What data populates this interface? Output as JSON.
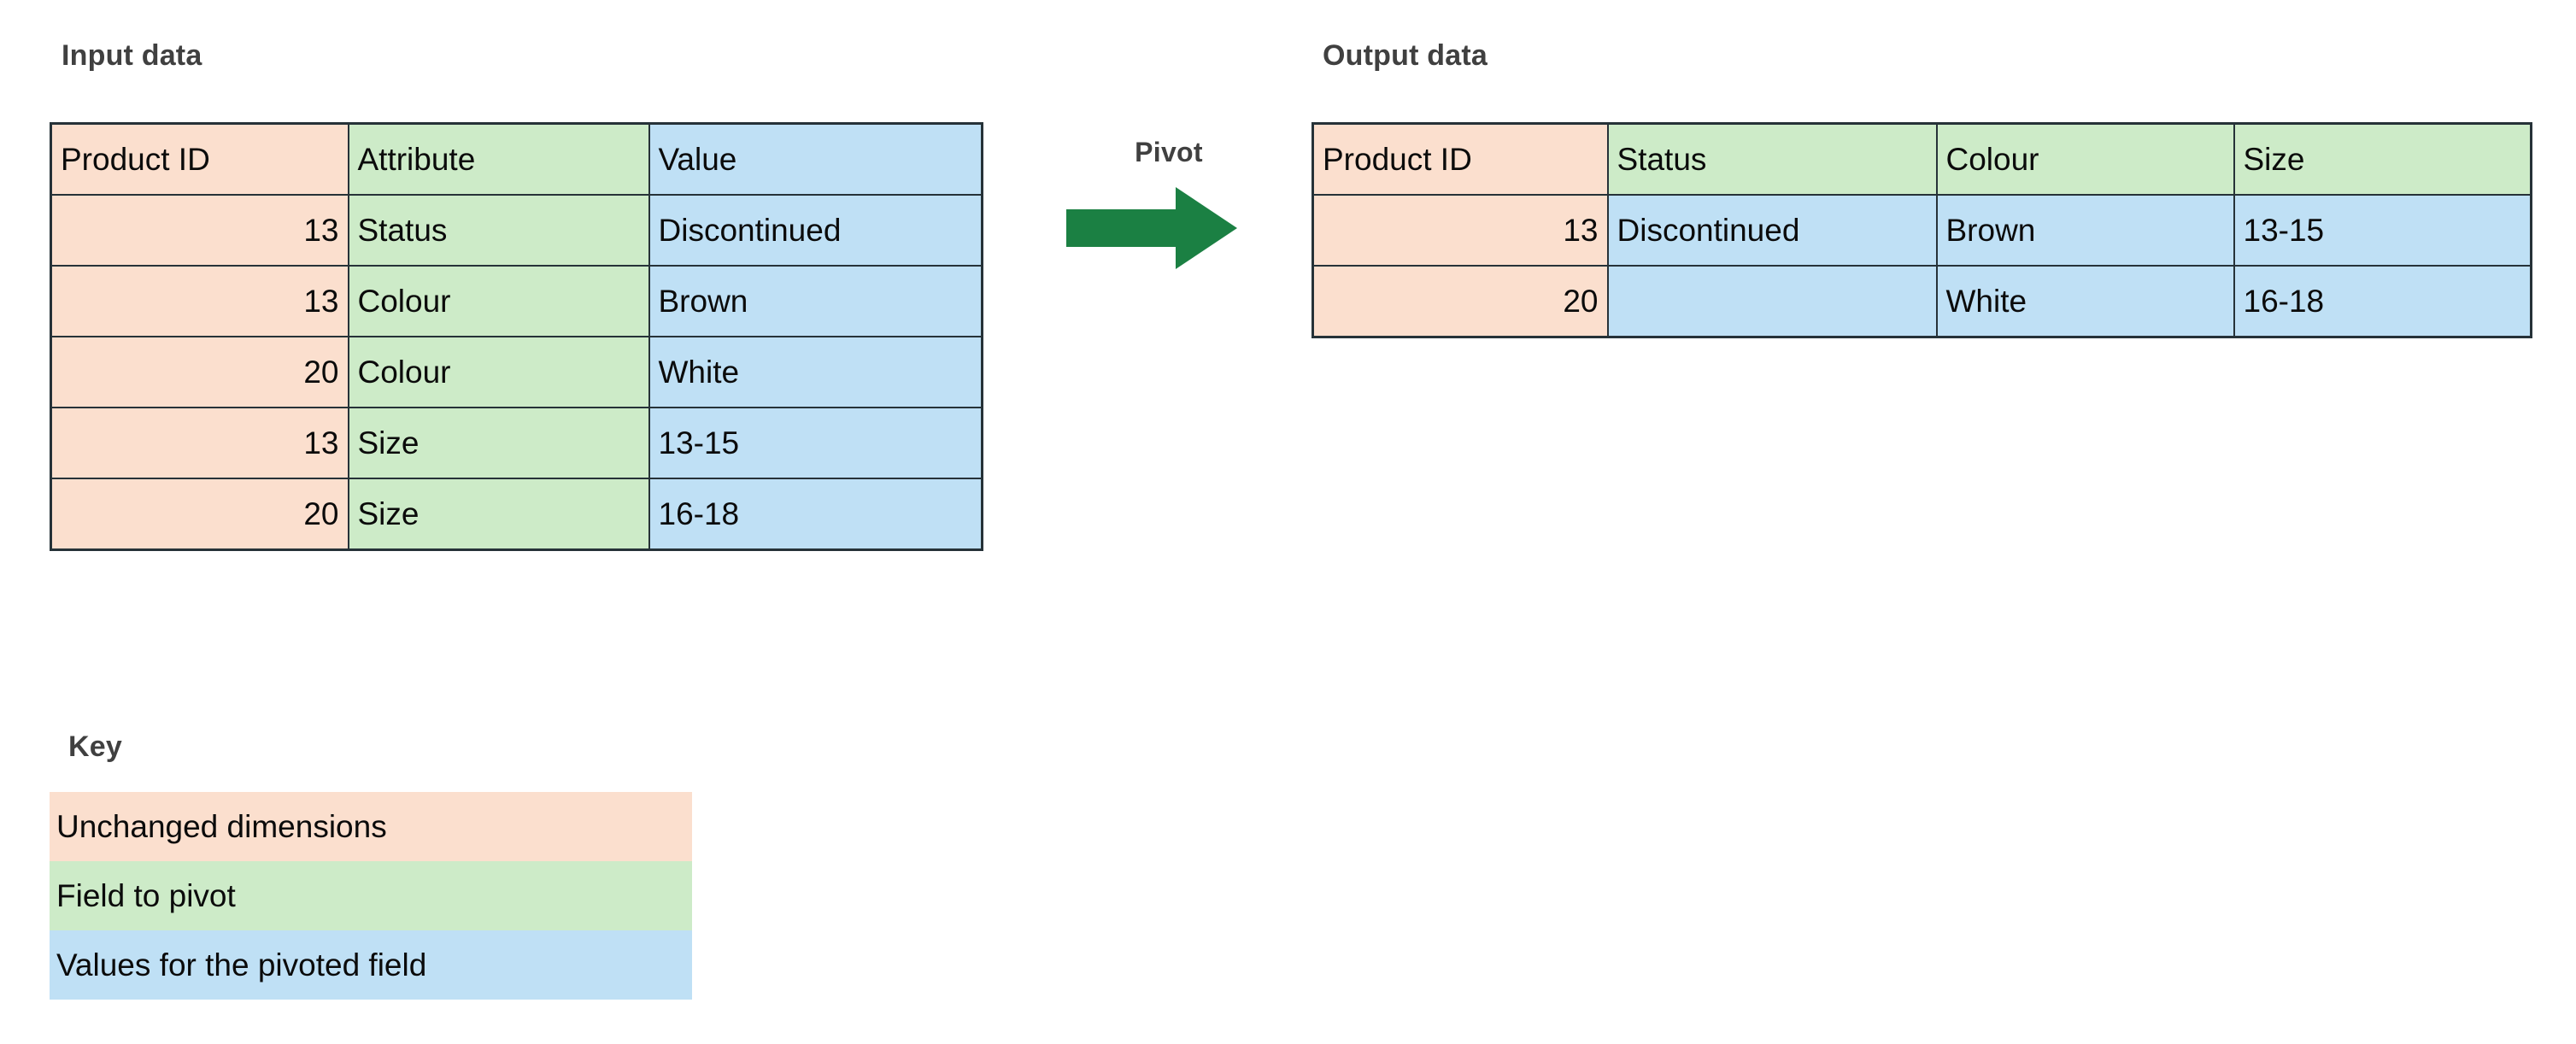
{
  "sections": {
    "input_title": "Input data",
    "output_title": "Output data",
    "key_title": "Key"
  },
  "pivot": {
    "label": "Pivot",
    "arrow_icon": "arrow-right-icon",
    "arrow_color": "#1b8043"
  },
  "colors": {
    "unchanged_dimension": "#fbdfce",
    "field_to_pivot": "#cdebc8",
    "pivoted_values": "#bfe0f5",
    "border": "#263238",
    "title_text": "#404040",
    "cell_text": "#0b0b0b"
  },
  "input_table": {
    "headers": [
      "Product ID",
      "Attribute",
      "Value"
    ],
    "rows": [
      [
        "13",
        "Status",
        "Discontinued"
      ],
      [
        "13",
        "Colour",
        "Brown"
      ],
      [
        "20",
        "Colour",
        "White"
      ],
      [
        "13",
        "Size",
        "13-15"
      ],
      [
        "20",
        "Size",
        "16-18"
      ]
    ]
  },
  "output_table": {
    "headers": [
      "Product ID",
      "Status",
      "Colour",
      "Size"
    ],
    "rows": [
      [
        "13",
        "Discontinued",
        "Brown",
        "13-15"
      ],
      [
        "20",
        "",
        "White",
        "16-18"
      ]
    ]
  },
  "key": {
    "items": [
      {
        "label": "Unchanged dimensions",
        "color": "#fbdfce"
      },
      {
        "label": "Field to pivot",
        "color": "#cdebc8"
      },
      {
        "label": "Values for the pivoted field",
        "color": "#bfe0f5"
      }
    ]
  }
}
